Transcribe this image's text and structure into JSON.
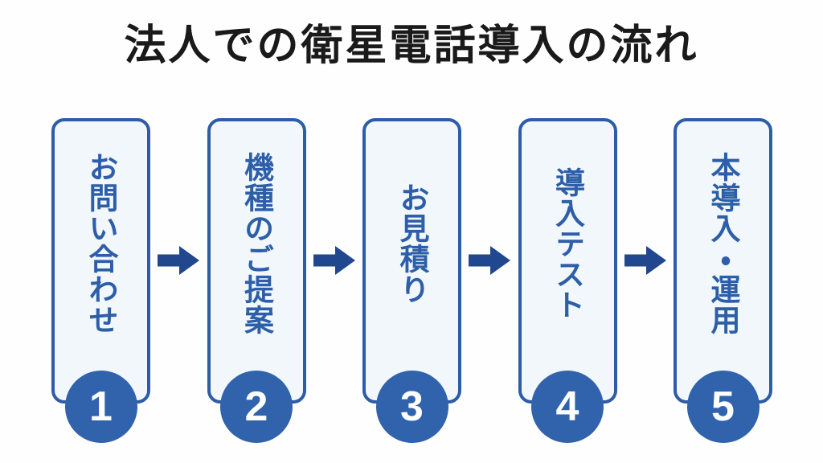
{
  "title": "法人での衛星電話導入の流れ",
  "steps": [
    {
      "number": "1",
      "label": "お問い合わせ"
    },
    {
      "number": "2",
      "label": "機種のご提案"
    },
    {
      "number": "3",
      "label": "お見積り"
    },
    {
      "number": "4",
      "label": "導入テスト"
    },
    {
      "number": "5",
      "label": "本導入・運用"
    }
  ],
  "arrow_icon": "right-arrow",
  "colors": {
    "background": "#fefefe",
    "title_text": "#1a1a1a",
    "box_fill": "#f2f7fc",
    "box_border": "#2e5ca6",
    "box_text": "#2d5fa8",
    "circle_fill": "#3063ac",
    "circle_text": "#ffffff",
    "arrow": "#21488f"
  }
}
